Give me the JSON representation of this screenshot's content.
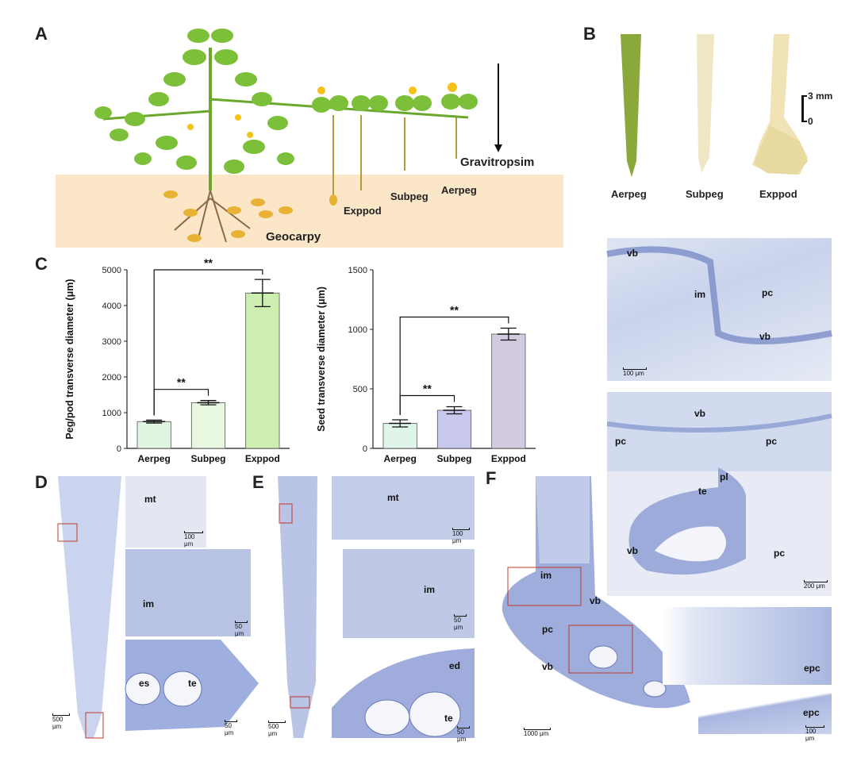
{
  "panel_labels": {
    "a": "A",
    "b": "B",
    "c": "C",
    "d": "D",
    "e": "E",
    "f": "F"
  },
  "panel_a": {
    "gravitropism_label": "Gravitropsim",
    "geocarpy_label": "Geocarpy",
    "stage_labels": [
      "Exppod",
      "Subpeg",
      "Aerpeg"
    ]
  },
  "panel_b": {
    "photo_labels": [
      "Aerpeg",
      "Subpeg",
      "Exppod"
    ],
    "scale_top": "3 mm",
    "scale_bottom": "0"
  },
  "chart_data": [
    {
      "type": "bar",
      "categories": [
        "Aerpeg",
        "Subpeg",
        "Exppod"
      ],
      "values": [
        750,
        1280,
        4350
      ],
      "errors": [
        40,
        60,
        380
      ],
      "ylabel": "Peg/pod transverse diameter (μm)",
      "ylim": [
        0,
        5000
      ],
      "yticks": [
        "0",
        "1000",
        "2000",
        "3000",
        "4000",
        "5000"
      ],
      "significance": [
        {
          "from": 0,
          "to": 1,
          "label": "**"
        },
        {
          "from": 0,
          "to": 2,
          "label": "**"
        }
      ],
      "colors": [
        "#dff5e2",
        "#e7f7e0",
        "#cdeeb1"
      ]
    },
    {
      "type": "bar",
      "categories": [
        "Aerpeg",
        "Subpeg",
        "Exppod"
      ],
      "values": [
        210,
        320,
        960
      ],
      "errors": [
        30,
        30,
        50
      ],
      "ylabel": "Seed transverse diameter (μm)",
      "ylim": [
        0,
        1500
      ],
      "yticks": [
        "0",
        "500",
        "1000",
        "1500"
      ],
      "significance": [
        {
          "from": 0,
          "to": 1,
          "label": "**"
        },
        {
          "from": 0,
          "to": 2,
          "label": "**"
        }
      ],
      "colors": [
        "#dff5ea",
        "#c9c9f0",
        "#d2cbe0"
      ]
    }
  ],
  "panel_d": {
    "labels": {
      "mt": "mt",
      "im": "im",
      "es": "es",
      "te": "te"
    },
    "scales": {
      "main": "500 μm",
      "top": "100 μm",
      "mid": "50 μm",
      "bottom": "50 μm"
    }
  },
  "panel_e": {
    "labels": {
      "mt": "mt",
      "im": "im",
      "ed": "ed",
      "te": "te"
    },
    "scales": {
      "main": "500 μm",
      "top": "100 μm",
      "mid": "50 μm",
      "bottom": "50 μm"
    }
  },
  "panel_f": {
    "labels": {
      "im": "im",
      "vb": "vb",
      "pc": "pc",
      "vb2": "vb",
      "epc": "epc",
      "epc2": "epc"
    },
    "scales": {
      "main": "1000 μm",
      "side_bottom": "100 μm"
    }
  },
  "panel_right": {
    "top_labels": {
      "vb1": "vb",
      "im": "im",
      "pc": "pc",
      "vb2": "vb"
    },
    "top_scale": "100 μm",
    "mid_labels": {
      "vb": "vb",
      "pc1": "pc",
      "pc2": "pc",
      "pl": "pl",
      "te": "te",
      "vb2": "vb",
      "pc3": "pc"
    },
    "mid_scale": "200 μm"
  }
}
